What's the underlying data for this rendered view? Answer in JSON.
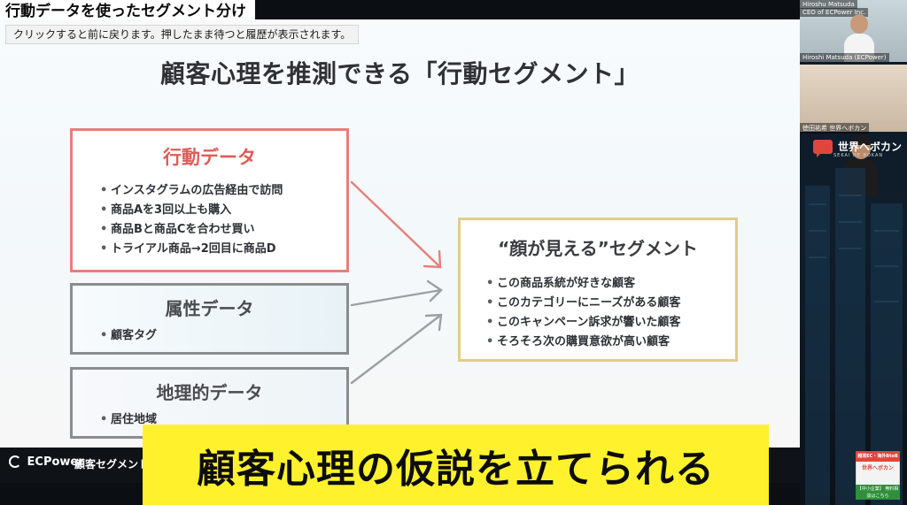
{
  "chapter_title": "行動データを使ったセグメント分け",
  "tooltip": "クリックすると前に戻ります。押したまま待つと履歴が表示されます。",
  "slide": {
    "title": "顧客心理を推測できる「行動セグメント」",
    "behavior_box": {
      "title": "行動データ",
      "bullets": [
        "インスタグラムの広告経由で訪問",
        "商品Aを3回以上も購入",
        "商品Bと商品Cを合わせ買い",
        "トライアル商品→2回目に商品D"
      ]
    },
    "attribute_box": {
      "title": "属性データ",
      "bullets": [
        "顧客タグ"
      ]
    },
    "geo_box": {
      "title": "地理的データ",
      "bullets": [
        "居住地域"
      ]
    },
    "segment_box": {
      "title": "“顔が見える”セグメント",
      "bullets": [
        "この商品系統が好きな顧客",
        "このカテゴリーにニーズがある顧客",
        "このキャンペーン訴求が響いた顧客",
        "そろそろ次の購買意欲が高い顧客"
      ]
    },
    "footer": {
      "logo": "ECPower",
      "caption": "顧客セグメント"
    }
  },
  "subtitle": "顧客心理の仮説を立てられる",
  "sidebar": {
    "speaker1_name": "Hiroshu Matsuda",
    "speaker1_sub": "CEO of ECPower Inc.",
    "speaker1_bottom": "Hiroshi Matsuda (ECPower)",
    "speaker2_bottom": "徳田祐希 世界へボカン",
    "brand": "世界へボカン",
    "brand_sub": "SEKAI HE BOKAN",
    "cta_top": "越境EC・海外BtoB",
    "cta_brand": "世界へボカン",
    "cta_bottom": "【中小企業】 無料相談はこちら"
  },
  "colors": {
    "behavior_border": "#e67f7a",
    "behavior_title": "#e05b57",
    "segment_border": "#e1cc8c",
    "neutral_border": "#8a8d90",
    "subtitle_bg": "#fff22d",
    "brand_red": "#e0473c"
  }
}
